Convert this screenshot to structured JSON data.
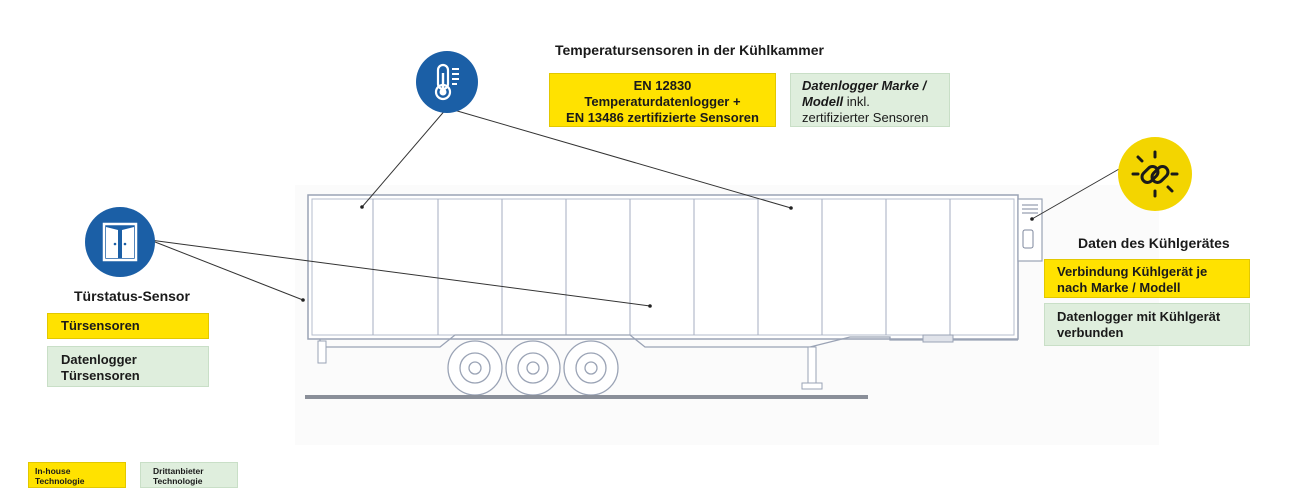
{
  "temperature": {
    "heading": "Temperatursensoren in der Kühlkammer",
    "inhouse_lines": [
      "EN 12830",
      "Temperaturdatenlogger +",
      "EN 13486 zertifizierte Sensoren"
    ],
    "thirdparty_italic": "Datenlogger Marke /",
    "thirdparty_italic2": "Modell",
    "thirdparty_after": " inkl.",
    "thirdparty_line3": "zertifizierter Sensoren"
  },
  "door": {
    "heading": "Türstatus-Sensor",
    "inhouse": "Türsensoren",
    "thirdparty_line1": "Datenlogger",
    "thirdparty_line2": "Türsensoren"
  },
  "reefer": {
    "heading": "Daten des Kühlgerätes",
    "inhouse_line1": "Verbindung Kühlgerät je",
    "inhouse_line2": "nach Marke / Modell",
    "thirdparty_line1": "Datenlogger mit Kühlgerät",
    "thirdparty_line2": "verbunden"
  },
  "legend": {
    "inhouse_line1": "In-house",
    "inhouse_line2": "Technologie",
    "thirdparty_line1": "Drittanbieter",
    "thirdparty_line2": "Technologie"
  },
  "icons": {
    "thermometer": "thermometer-icon",
    "door": "door-icon",
    "chain": "chain-link-icon"
  },
  "colors": {
    "inhouse": "#ffe200",
    "thirdparty": "#dfeedd",
    "icon_blue": "#1b5fa6",
    "icon_yellow": "#f3d500"
  }
}
